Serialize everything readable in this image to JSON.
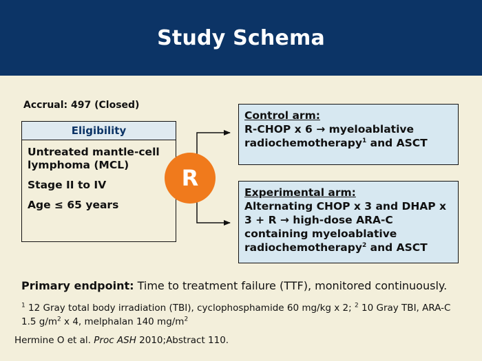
{
  "header": {
    "title": "Study Schema"
  },
  "accrual": "Accrual: 497 (Closed)",
  "eligibility": {
    "heading": "Eligibility",
    "criteria": [
      "Untreated mantle-cell lymphoma (MCL)",
      "Stage II to IV",
      "Age ≤ 65 years"
    ]
  },
  "randomization_label": "R",
  "control_arm": {
    "title": "Control arm:",
    "text_before_sup": "R-CHOP x 6 → myeloablative radiochemotherapy",
    "sup": "1",
    "text_after_sup": " and ASCT"
  },
  "experimental_arm": {
    "title": "Experimental arm:",
    "text_before_sup": "Alternating CHOP x 3 and DHAP x 3 + R → high-dose ARA-C containing myeloablative radiochemotherapy",
    "sup": "2",
    "text_after_sup": " and ASCT"
  },
  "primary_endpoint": {
    "label": "Primary endpoint:",
    "text": " Time to treatment failure (TTF), monitored continuously."
  },
  "footnote": {
    "sup1": "1",
    "part1": " 12 Gray total body irradiation (TBI), cyclophosphamide 60 mg/kg x 2; ",
    "sup2": "2",
    "part2": " 10 Gray TBI, ARA-C 1.5 g/m",
    "sup_m2a": "2",
    "part3": " x 4, melphalan 140 mg/m",
    "sup_m2b": "2"
  },
  "citation": {
    "authors": "Hermine O et al. ",
    "journal": "Proc ASH",
    "rest": " 2010;Abstract 110."
  },
  "colors": {
    "header_bg": "#0c3466",
    "background": "#f3efdb",
    "randomize_circle": "#f07a1c",
    "arm_box_bg": "#d7e8f1"
  }
}
